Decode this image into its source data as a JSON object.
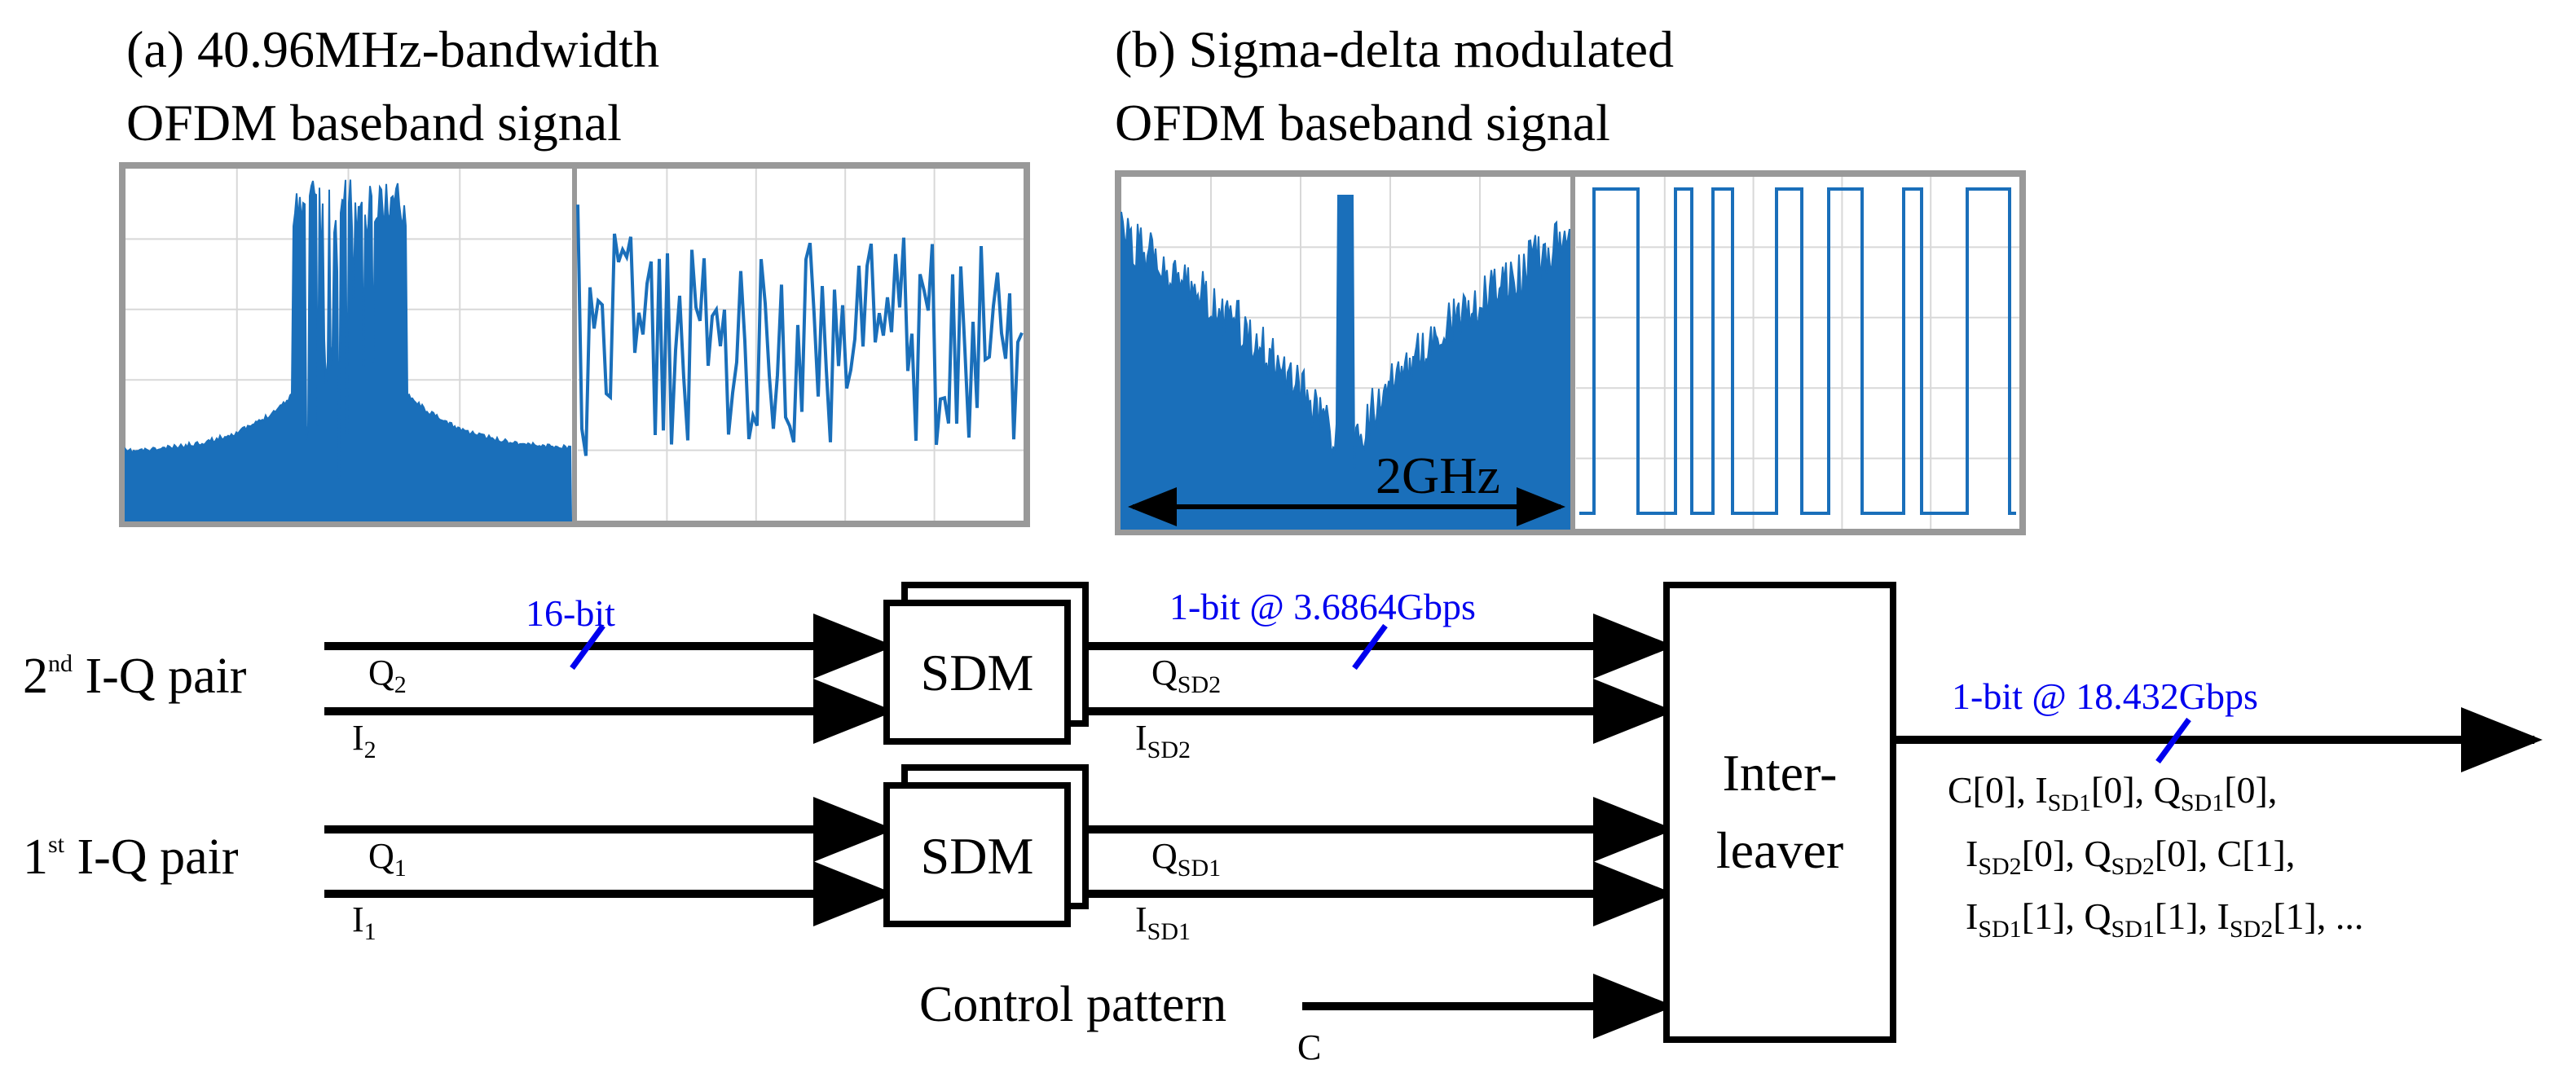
{
  "panel_a": {
    "title_line1": "(a) 40.96MHz-bandwidth",
    "title_line2": "OFDM baseband signal"
  },
  "panel_b": {
    "title_line1": "(b) Sigma-delta modulated",
    "title_line2": "OFDM baseband signal",
    "bandwidth_label": "2GHz"
  },
  "colors": {
    "trace": "#1a6fba",
    "frame": "#999999",
    "grid": "#d8d8d8",
    "annotation": "#0000ee"
  },
  "pairs": [
    {
      "label": "2",
      "label_sup": "nd",
      "label_rest": " I-Q pair",
      "q": "Q",
      "q_sub": "2",
      "i": "I",
      "i_sub": "2",
      "qsd": "Q",
      "qsd_sub": "SD2",
      "isd": "I",
      "isd_sub": "SD2"
    },
    {
      "label": "1",
      "label_sup": "st",
      "label_rest": " I-Q pair",
      "q": "Q",
      "q_sub": "1",
      "i": "I",
      "i_sub": "1",
      "qsd": "Q",
      "qsd_sub": "SD1",
      "isd": "I",
      "isd_sub": "SD1"
    }
  ],
  "sdm_label": "SDM",
  "input_width": "16-bit",
  "sdm_rate": "1-bit @ 3.6864Gbps",
  "output_rate": "1-bit @ 18.432Gbps",
  "interleaver": {
    "line1": "Inter-",
    "line2": "leaver"
  },
  "control": {
    "label": "Control pattern",
    "signal": "C"
  },
  "output_sequence": {
    "line1": [
      {
        "t": "C[0], I"
      },
      {
        "t": "SD1",
        "sub": true
      },
      {
        "t": "[0], Q"
      },
      {
        "t": "SD1",
        "sub": true
      },
      {
        "t": "[0],"
      }
    ],
    "line2": [
      {
        "t": "I"
      },
      {
        "t": "SD2",
        "sub": true
      },
      {
        "t": "[0], Q"
      },
      {
        "t": "SD2",
        "sub": true
      },
      {
        "t": "[0], C[1],"
      }
    ],
    "line3": [
      {
        "t": "I"
      },
      {
        "t": "SD1",
        "sub": true
      },
      {
        "t": "[1], Q"
      },
      {
        "t": "SD1",
        "sub": true
      },
      {
        "t": "[1], I"
      },
      {
        "t": "SD2",
        "sub": true
      },
      {
        "t": "[1], ..."
      }
    ]
  }
}
